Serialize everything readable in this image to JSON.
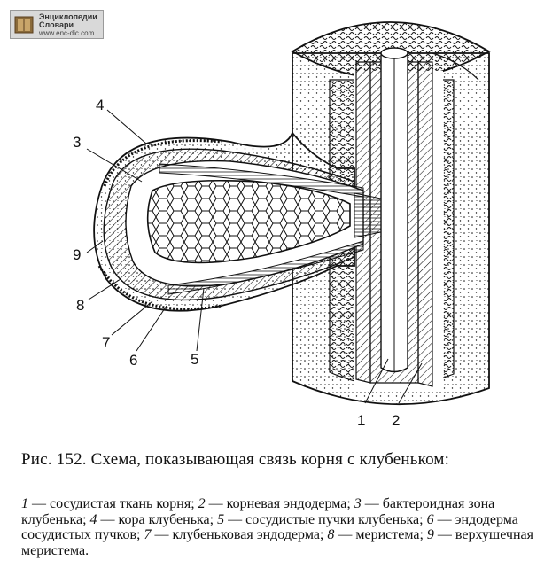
{
  "logo": {
    "line1": "Энциклопедии",
    "line2": "Словари",
    "line3": "www.enc-dic.com"
  },
  "labels": [
    "1",
    "2",
    "3",
    "4",
    "5",
    "6",
    "7",
    "8",
    "9"
  ],
  "caption": {
    "figure": "Рис. 152.",
    "title": "Схема, показывающая связь корня с клубеньком:"
  },
  "legend": {
    "n1": "1",
    "t1": " — сосудистая ткань корня; ",
    "n2": "2",
    "t2": " — корневая эндодерма; ",
    "n3": "3",
    "t3": " — бактероидная зона клубенька; ",
    "n4": "4",
    "t4": " — кора клубенька; ",
    "n5": "5",
    "t5": " — сосудистые пучки клубенька; ",
    "n6": "6",
    "t6": " — эндодерма сосудистых пучков; ",
    "n7": "7",
    "t7": " — клубеньковая эндодерма; ",
    "n8": "8",
    "t8": " — меристема; ",
    "n9": "9",
    "t9": " — верхушечная меристема."
  },
  "colors": {
    "ink": "#111111",
    "paper": "#ffffff",
    "logo_bg": "#d9d9d9"
  }
}
